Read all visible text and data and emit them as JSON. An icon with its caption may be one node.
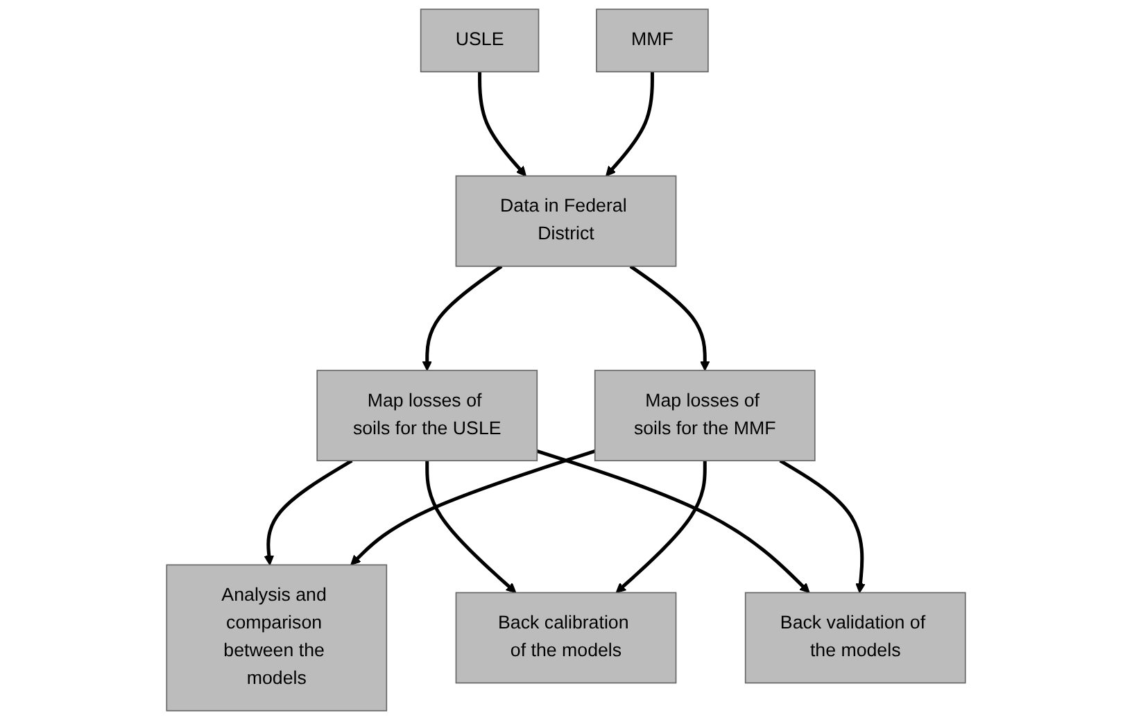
{
  "diagram": {
    "nodes": [
      {
        "text": [
          "USLE"
        ]
      },
      {
        "text": [
          "MMF"
        ]
      },
      {
        "text": [
          "Data in Federal District"
        ]
      },
      {
        "text": [
          "Map losses of soils for the USLE"
        ]
      },
      {
        "text": [
          "Map losses of soils for the MMF"
        ]
      },
      {
        "text": [
          "Analysis and comparison between the models"
        ]
      },
      {
        "text": [
          "Back calibration of the models"
        ]
      },
      {
        "text": [
          "Back validation of the models"
        ]
      }
    ],
    "edges": [
      {
        "from": 0,
        "to": 2,
        "arrow": "to"
      },
      {
        "from": 1,
        "to": 2,
        "arrow": "to"
      },
      {
        "from": 2,
        "to": 3,
        "arrow": "to"
      },
      {
        "from": 2,
        "to": 4,
        "arrow": "to"
      },
      {
        "from": 3,
        "to": 5,
        "arrow": "to"
      },
      {
        "from": 3,
        "to": 6,
        "arrow": "to"
      },
      {
        "from": 3,
        "to": 7,
        "arrow": "to"
      },
      {
        "from": 4,
        "to": 5,
        "arrow": "to"
      },
      {
        "from": 4,
        "to": 6,
        "arrow": "to"
      },
      {
        "from": 4,
        "to": 7,
        "arrow": "to"
      }
    ]
  }
}
